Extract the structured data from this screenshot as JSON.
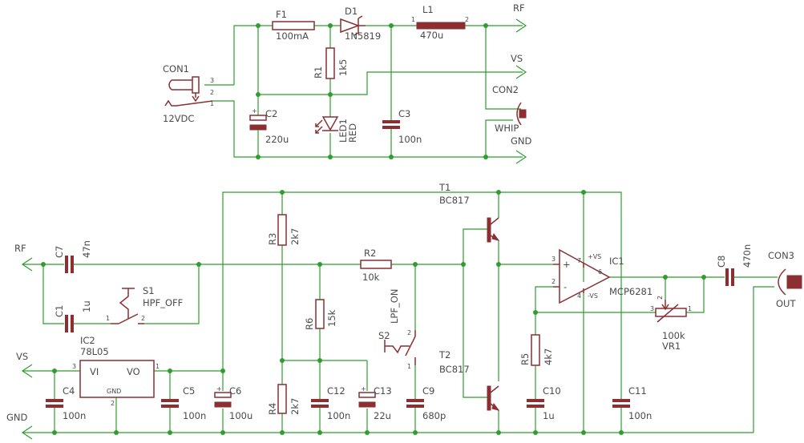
{
  "labels": {
    "f1_name": "F1",
    "f1_value": "100mA",
    "d1_name": "D1",
    "d1_value": "1N5819",
    "l1_name": "L1",
    "l1_value": "470u",
    "l1_pin1": "1",
    "l1_pin2": "2",
    "net_rf_top": "RF",
    "net_vs_top": "VS",
    "net_gnd_top": "GND",
    "con1_name": "CON1",
    "con1_value": "12VDC",
    "con1_pin3": "3",
    "con1_pin2": "2",
    "con1_pin1": "1",
    "r1_name": "R1",
    "r1_value": "1k5",
    "led1_name": "LED1",
    "led1_value": "RED",
    "c2_name": "C2",
    "c2_value": "220u",
    "c3_name": "C3",
    "c3_value": "100n",
    "con2_name": "CON2",
    "con2_value": "WHIP",
    "t1_name": "T1",
    "t1_value": "BC817",
    "t2_name": "T2",
    "t2_value": "BC817",
    "r3_name": "R3",
    "r3_value": "2k7",
    "r2_name": "R2",
    "r2_value": "10k",
    "net_rf_bottom": "RF",
    "c7_name": "C7",
    "c7_value": "47n",
    "c1_name": "C1",
    "c1_value": "1u",
    "s1_name": "S1",
    "s1_value": "HPF_OFF",
    "s1_pin1": "1",
    "s1_pin2": "2",
    "r6_name": "R6",
    "r6_value": "15k",
    "s2_name": "S2",
    "s2_value": "LPF_ON",
    "s2_pin1": "1",
    "s2_pin2": "2",
    "ic1_name": "IC1",
    "ic1_value": "MCP6281",
    "ic1_pin3": "3",
    "ic1_pin2": "2",
    "ic1_pin6": "6",
    "ic1_pin7": "7",
    "ic1_pin4": "4",
    "ic1_plus": "+",
    "ic1_minus": "-",
    "ic1_vpos": "+VS",
    "ic1_vneg": "-VS",
    "c8_name": "C8",
    "c8_value": "470n",
    "con3_name": "CON3",
    "con3_value": "OUT",
    "vr1_name": "VR1",
    "vr1_value": "100k",
    "vr1_pin3": "3",
    "vr1_pin2": "2",
    "vr1_pin1": "1",
    "ic2_name": "IC2",
    "ic2_value": "78L05",
    "ic2_vi": "VI",
    "ic2_vo": "VO",
    "ic2_gnd": "GND",
    "ic2_pin3": "3",
    "ic2_pin1": "1",
    "ic2_pin2": "2",
    "net_vs_bottom": "VS",
    "net_gnd_bottom": "GND",
    "c4_name": "C4",
    "c4_value": "100n",
    "c5_name": "C5",
    "c5_value": "100n",
    "c6_name": "C6",
    "c6_value": "100u",
    "r4_name": "R4",
    "r4_value": "2k7",
    "c12_name": "C12",
    "c12_value": "100n",
    "c13_name": "C13",
    "c13_value": "22u",
    "c9_name": "C9",
    "c9_value": "680p",
    "r5_name": "R5",
    "r5_value": "4k7",
    "c10_name": "C10",
    "c10_value": "1u",
    "c11_name": "C11",
    "c11_value": "100n"
  },
  "colors": {
    "wire": "#2e9e2e",
    "component": "#8b2f32",
    "text": "#4a4a4a",
    "background": "#ffffff"
  }
}
